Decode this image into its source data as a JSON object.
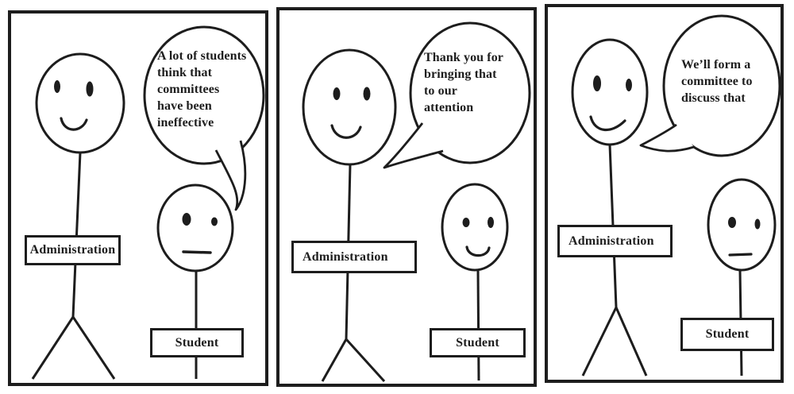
{
  "colors": {
    "ink": "#1d1d1d",
    "paper": "#ffffff"
  },
  "panels": [
    {
      "bubble_lines": [
        "A lot of students",
        "think that",
        "committees",
        "have been",
        "ineffective"
      ],
      "labels": {
        "admin": "Administration",
        "student": "Student"
      }
    },
    {
      "bubble_lines": [
        "Thank you for",
        "bringing that",
        "to our",
        "attention"
      ],
      "labels": {
        "admin": "Administration",
        "student": "Student"
      }
    },
    {
      "bubble_lines": [
        "We’ll form a",
        "committee to",
        "discuss that"
      ],
      "labels": {
        "admin": "Administration",
        "student": "Student"
      }
    }
  ]
}
